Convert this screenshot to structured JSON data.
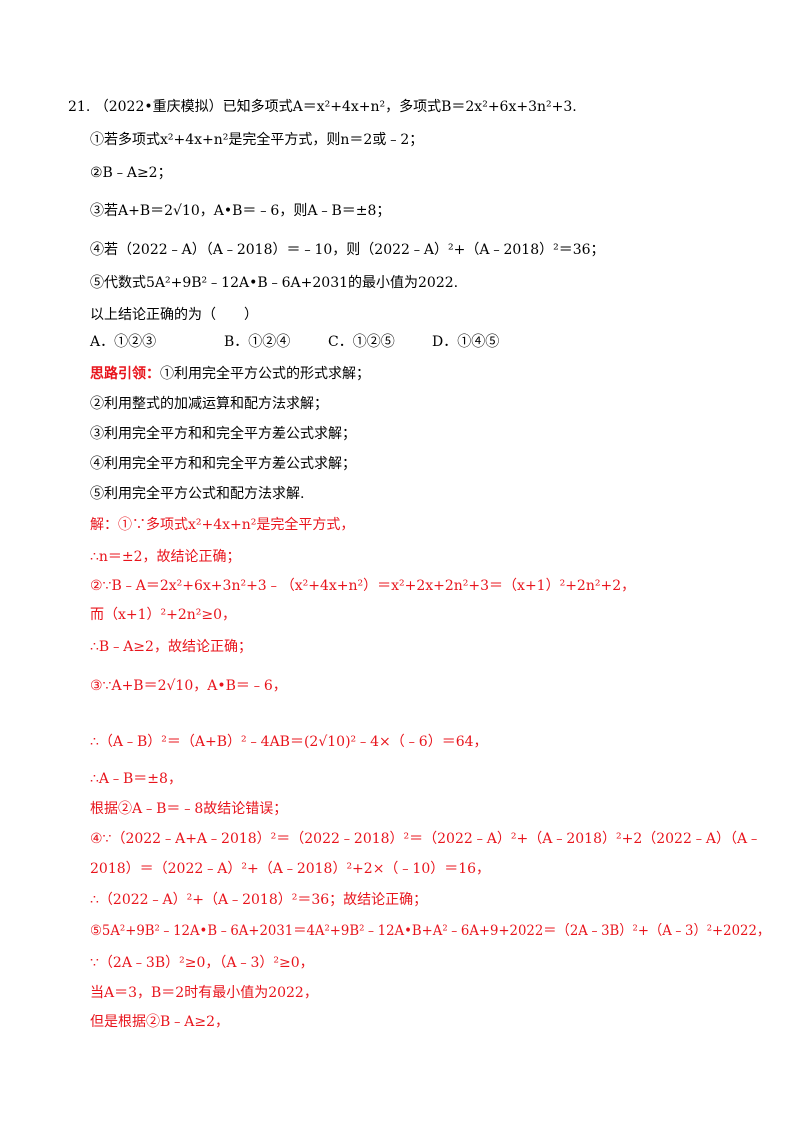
{
  "question": {
    "number": "21.",
    "stem": "（2022•重庆模拟）已知多项式A＝x²+4x+n²，多项式B＝2x²+6x+3n²+3.",
    "statements": [
      "①若多项式x²+4x+n²是完全平方式，则n＝2或﹣2；",
      "②B﹣A≥2；",
      "③若A+B＝2√10，A•B＝﹣6，则A﹣B＝±8；",
      "④若（2022﹣A）（A﹣2018）＝﹣10，则（2022﹣A）²+（A﹣2018）²＝36；",
      "⑤代数式5A²+9B²﹣12A•B﹣6A+2031的最小值为2022."
    ],
    "prompt": "以上结论正确的为（　　）",
    "options": [
      "A．①②③",
      "B．①②④",
      "C．①②⑤",
      "D．①④⑤"
    ]
  },
  "hint": {
    "label": "思路引领：",
    "lines": [
      "①利用完全平方公式的形式求解；",
      "②利用整式的加减运算和配方法求解；",
      "③利用完全平方和和完全平方差公式求解；",
      "④利用完全平方和和完全平方差公式求解；",
      "⑤利用完全平方公式和配方法求解."
    ]
  },
  "solution": {
    "lines": [
      "解：①∵多项式x²+4x+n²是完全平方式，",
      "∴n＝±2，故结论正确；",
      "②∵B﹣A＝2x²+6x+3n²+3﹣（x²+4x+n²）＝x²+2x+2n²+3＝（x+1）²+2n²+2，",
      "而（x+1）²+2n²≥0，",
      "∴B﹣A≥2，故结论正确；",
      "③∵A+B＝2√10，A•B＝﹣6，",
      "∴（A﹣B）²＝（A+B）²﹣4AB＝(2√10)²﹣4×（﹣6）＝64，",
      "∴A﹣B＝±8，",
      "根据②A﹣B＝﹣8故结论错误；",
      "④∵（2022﹣A+A﹣2018）²＝（2022﹣2018）²＝（2022﹣A）²+（A﹣2018）²+2（2022﹣A）（A﹣",
      "2018）＝（2022﹣A）²+（A﹣2018）²+2×（﹣10）＝16，",
      "∴（2022﹣A）²+（A﹣2018）²＝36；故结论正确；",
      "⑤5A²+9B²﹣12A•B﹣6A+2031＝4A²+9B²﹣12A•B+A²﹣6A+9+2022＝（2A﹣3B）²+（A﹣3）²+2022，",
      "∵（2A﹣3B）²≥0，（A﹣3）²≥0，",
      "当A＝3，B＝2时有最小值为2022，",
      "但是根据②B﹣A≥2，"
    ]
  }
}
